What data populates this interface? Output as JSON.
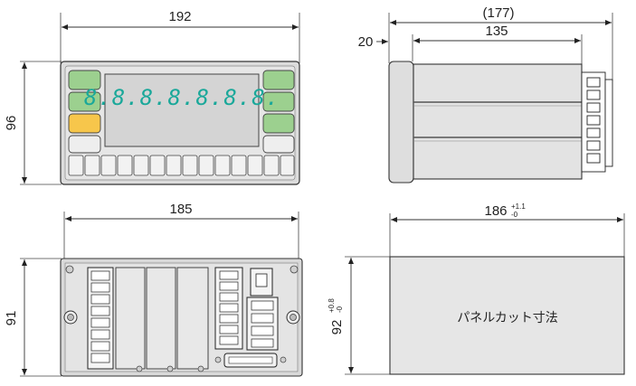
{
  "front_view": {
    "width_label": "192",
    "height_label": "96",
    "display_text": "8.8.8.8.8.8.8.",
    "colors": {
      "green_key": "#9cd08f",
      "yellow_key": "#f7c64b",
      "white_key": "#eeeeee",
      "segment": "#1aa89a"
    }
  },
  "side_view": {
    "overall_label": "(177)",
    "body_label": "135",
    "bezel_label": "20"
  },
  "rear_view": {
    "width_label": "185",
    "height_label": "91"
  },
  "panel_cutout": {
    "width_label": "186",
    "width_tol_plus": "+1.1",
    "width_tol_minus": "-0",
    "height_label": "92",
    "height_tol_plus": "+0.8",
    "height_tol_minus": "-0",
    "caption": "パネルカット寸法"
  }
}
